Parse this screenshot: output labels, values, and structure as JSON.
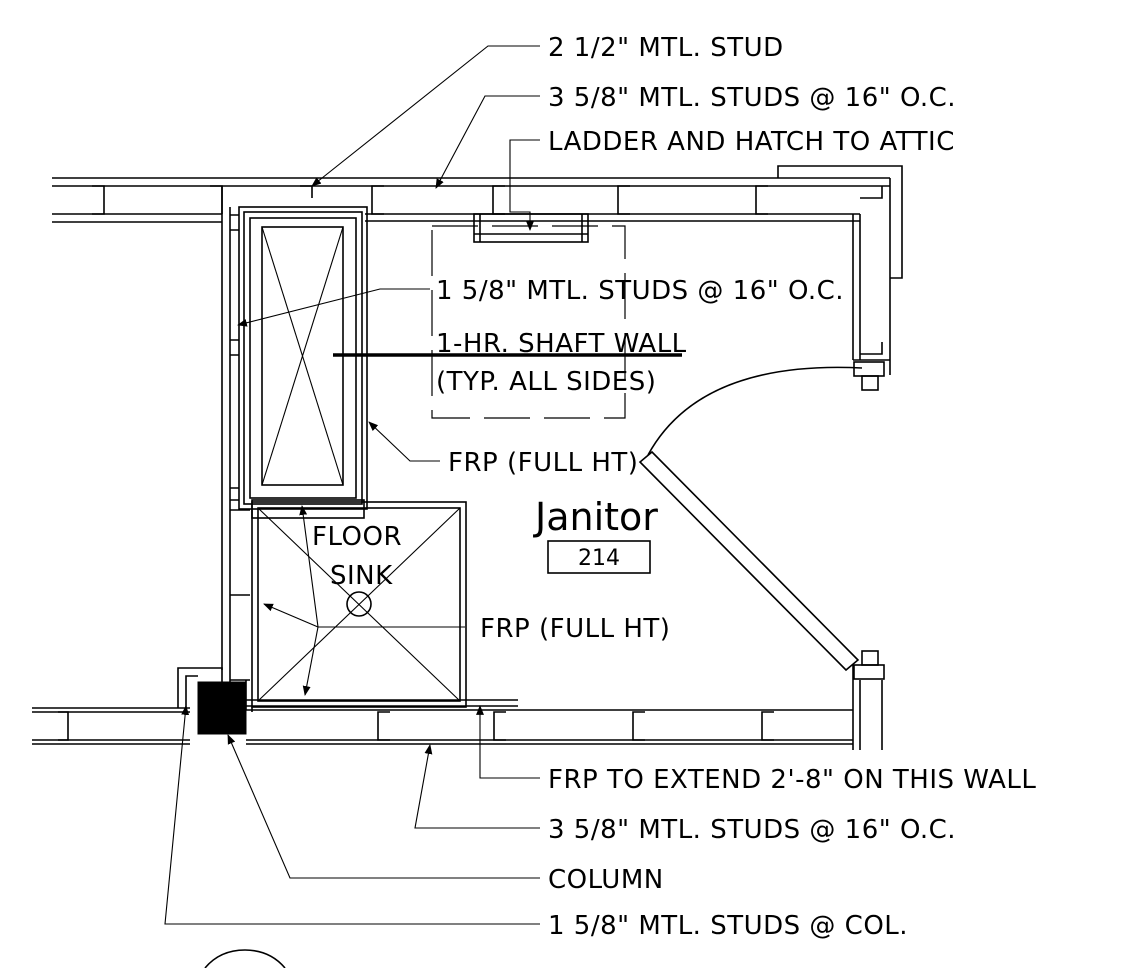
{
  "room": {
    "name": "Janitor",
    "number": "214"
  },
  "notes": {
    "stud_2_5": "2 1/2\" MTL. STUD",
    "studs_top": "3 5/8\" MTL. STUDS @ 16\" O.C.",
    "ladder": "LADDER AND HATCH TO ATTIC",
    "studs_shaft": "1 5/8\" MTL. STUDS @ 16\" O.C.",
    "shaft_wall_1": "1-HR. SHAFT WALL",
    "shaft_wall_2": "(TYP. ALL SIDES)",
    "frp_upper": "FRP (FULL HT)",
    "floor_sink_1": "FLOOR",
    "floor_sink_2": "SINK",
    "frp_lower": "FRP (FULL HT)",
    "frp_extend": "FRP TO EXTEND 2'-8\" ON THIS WALL",
    "studs_bottom": "3 5/8\" MTL. STUDS @ 16\" O.C.",
    "column": "COLUMN",
    "studs_col": "1 5/8\" MTL. STUDS @ COL."
  }
}
